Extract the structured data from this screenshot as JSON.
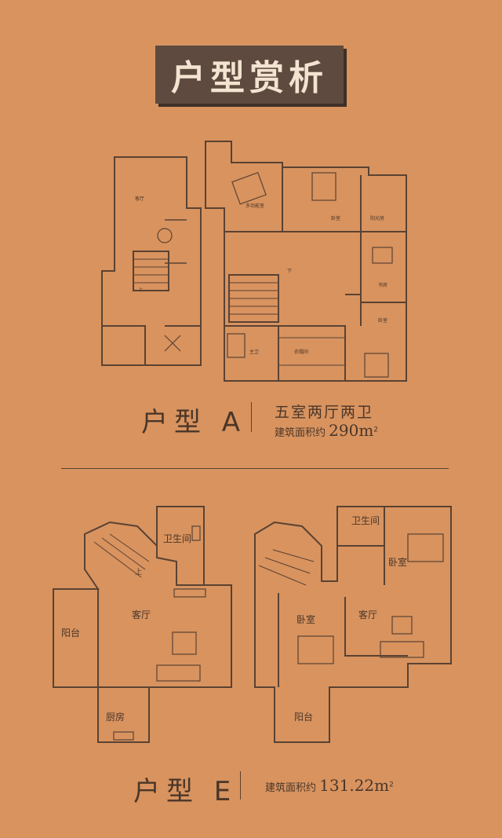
{
  "header": {
    "title": "户型赏析"
  },
  "plan_a": {
    "name": "户型 A",
    "layout": "五室两厅两卫",
    "area_label": "建筑面积约",
    "area_value": "290m",
    "area_sup": "2",
    "rooms": {
      "living": "客厅",
      "stairs_up": "上",
      "multi": "多功能室",
      "bed1": "卧室",
      "sun": "阳光房",
      "study": "书房",
      "bed2": "卧室",
      "main_bath": "主卫",
      "closet": "衣帽间",
      "stairs_down": "下"
    }
  },
  "plan_e": {
    "name": "户型 E",
    "area_label": "建筑面积约",
    "area_value": "131.22m",
    "area_sup": "2",
    "left": {
      "bath": "卫生间",
      "balcony": "阳台",
      "living": "客厅",
      "kitchen": "厨房",
      "stairs_up": "上"
    },
    "right": {
      "bath": "卫生间",
      "bed_top": "卧室",
      "bed_left": "卧室",
      "living": "客厅",
      "balcony": "阳台"
    }
  }
}
